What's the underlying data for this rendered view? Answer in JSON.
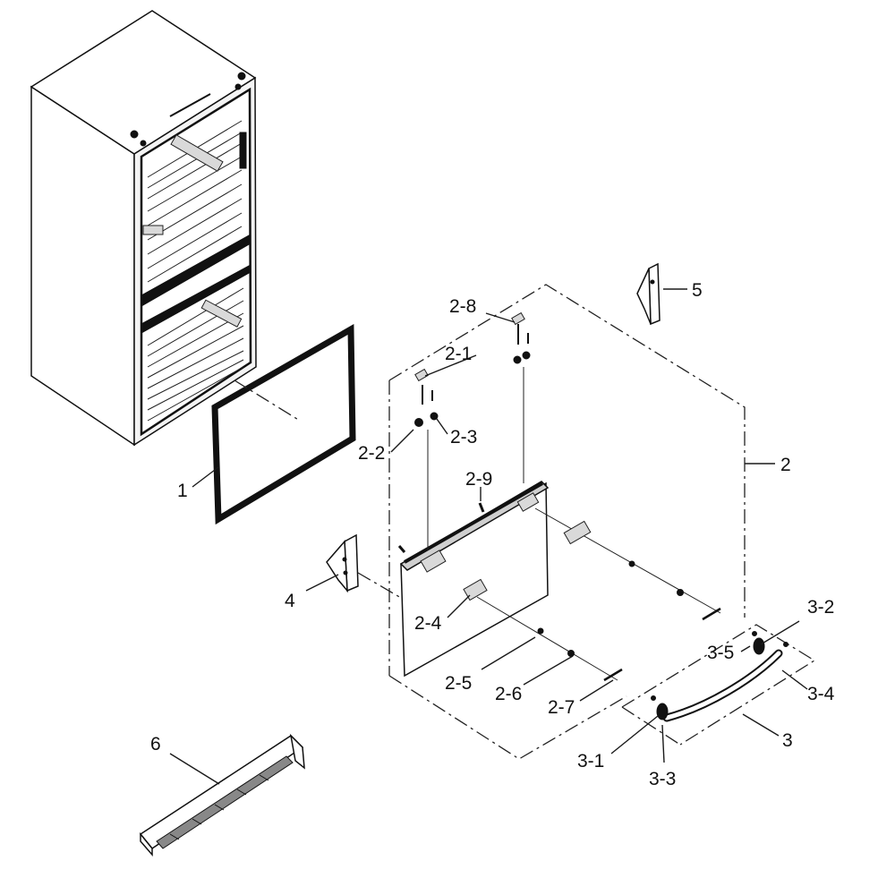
{
  "diagram": {
    "callouts": {
      "c1": "1",
      "c2": "2",
      "c2_1": "2-1",
      "c2_2": "2-2",
      "c2_3": "2-3",
      "c2_4": "2-4",
      "c2_5": "2-5",
      "c2_6": "2-6",
      "c2_7": "2-7",
      "c2_8": "2-8",
      "c2_9": "2-9",
      "c3": "3",
      "c3_1": "3-1",
      "c3_2": "3-2",
      "c3_3": "3-3",
      "c3_4": "3-4",
      "c3_5": "3-5",
      "c4": "4",
      "c5": "5",
      "c6": "6"
    }
  }
}
